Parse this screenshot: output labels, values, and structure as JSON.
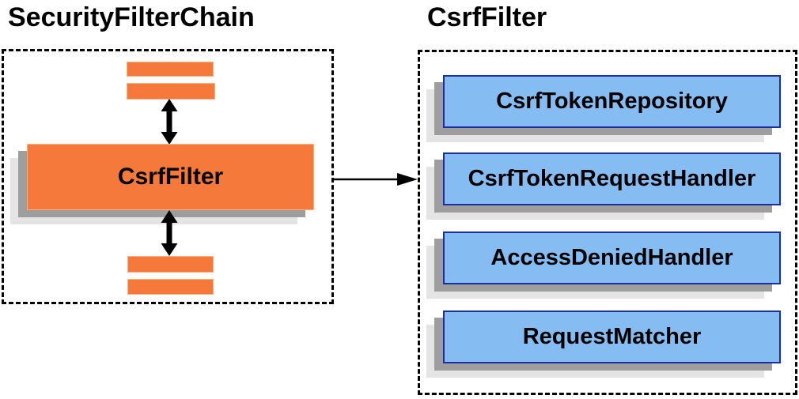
{
  "left_panel": {
    "title": "SecurityFilterChain",
    "csrf_filter_label": "CsrfFilter"
  },
  "right_panel": {
    "title": "CsrfFilter",
    "components": [
      "CsrfTokenRepository",
      "CsrfTokenRequestHandler",
      "AccessDeniedHandler",
      "RequestMatcher"
    ]
  },
  "icons": {
    "bidirectional_arrow": "up-down-arrow-icon",
    "flow_arrow": "right-arrow-icon"
  },
  "colors": {
    "accent_orange": "#f4793b",
    "component_fill": "#85bcf2",
    "component_border": "#1b2f9e",
    "shadow_dark": "#9e9e9e",
    "shadow_light": "#e4e4e4",
    "outline_black": "#000000"
  }
}
